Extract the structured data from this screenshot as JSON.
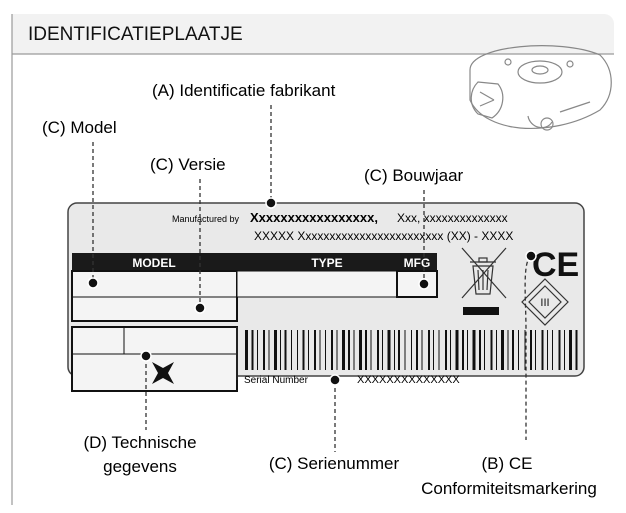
{
  "header": {
    "title": "IDENTIFICATIEPLAATJE"
  },
  "callouts": {
    "manufacturer": "(A) Identificatie fabrikant",
    "model": "(C) Model",
    "version": "(C) Versie",
    "year": "(C) Bouwjaar",
    "technical_line1": "(D) Technische",
    "technical_line2": "gegevens",
    "serial": "(C) Serienummer",
    "ce_line1": "(B) CE",
    "ce_line2": "Conformiteitsmarkering"
  },
  "plate": {
    "manufactured_by": "Manufactured by",
    "maker_name": "Xxxxxxxxxxxxxxxxx,",
    "maker_address1": "Xxx, xxxxxxxxxxxxxx",
    "maker_address2": "XXXXX Xxxxxxxxxxxxxxxxxxxxxxxx (XX) - XXXX",
    "col_model": "MODEL",
    "col_type": "TYPE",
    "col_mfg": "MFG",
    "serial_label": "Serial Number",
    "serial_value": "XXXXXXXXXXXXXX",
    "class_mark": "III",
    "ce_mark": "CE"
  }
}
